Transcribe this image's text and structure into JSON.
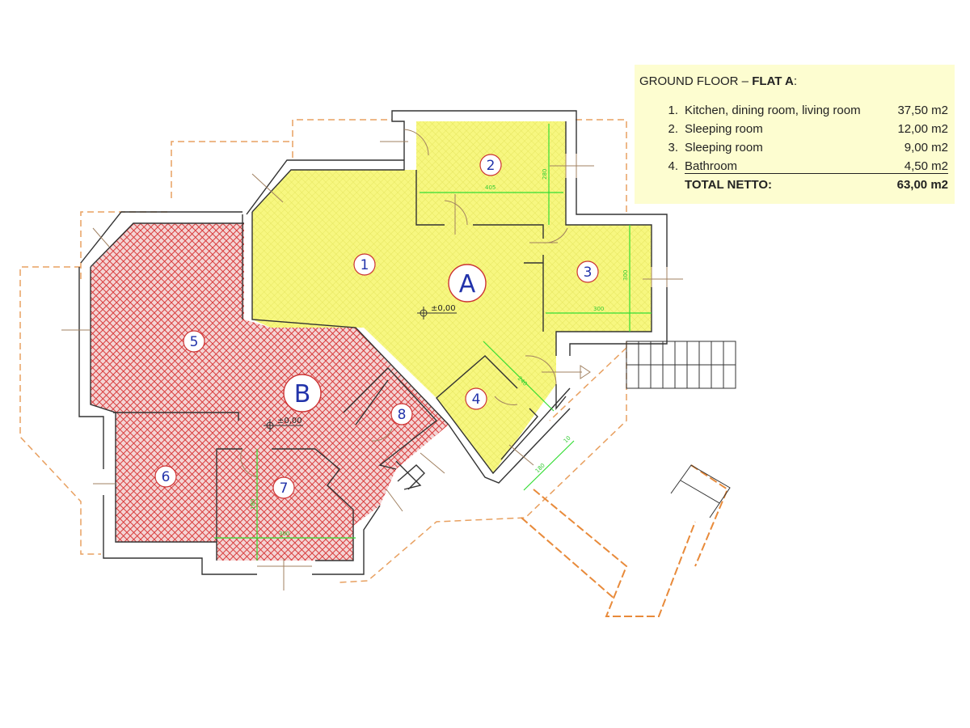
{
  "legend": {
    "title_prefix": "GROUND FLOOR – ",
    "title_bold": "FLAT A",
    "title_suffix": ":",
    "items": [
      {
        "num": "1.",
        "name": "Kitchen, dining room, living room",
        "area": "37,50 m2"
      },
      {
        "num": "2.",
        "name": "Sleeping room",
        "area": "12,00 m2"
      },
      {
        "num": "3.",
        "name": "Sleeping room",
        "area": "9,00 m2"
      },
      {
        "num": "4.",
        "name": "Bathroom",
        "area": "4,50 m2"
      }
    ],
    "total_label": "TOTAL NETTO:",
    "total_area": "63,00 m2"
  },
  "plan": {
    "flats": [
      {
        "label": "A",
        "color": "#f5f57a"
      },
      {
        "label": "B",
        "color": "#d94848"
      }
    ],
    "rooms": [
      "1",
      "2",
      "3",
      "4",
      "5",
      "6",
      "7",
      "8"
    ],
    "elevations": [
      "±0,00",
      "±0,00"
    ],
    "dimensions": [
      "405",
      "280",
      "300",
      "300",
      "180",
      "10",
      "240",
      "300",
      "180"
    ]
  }
}
